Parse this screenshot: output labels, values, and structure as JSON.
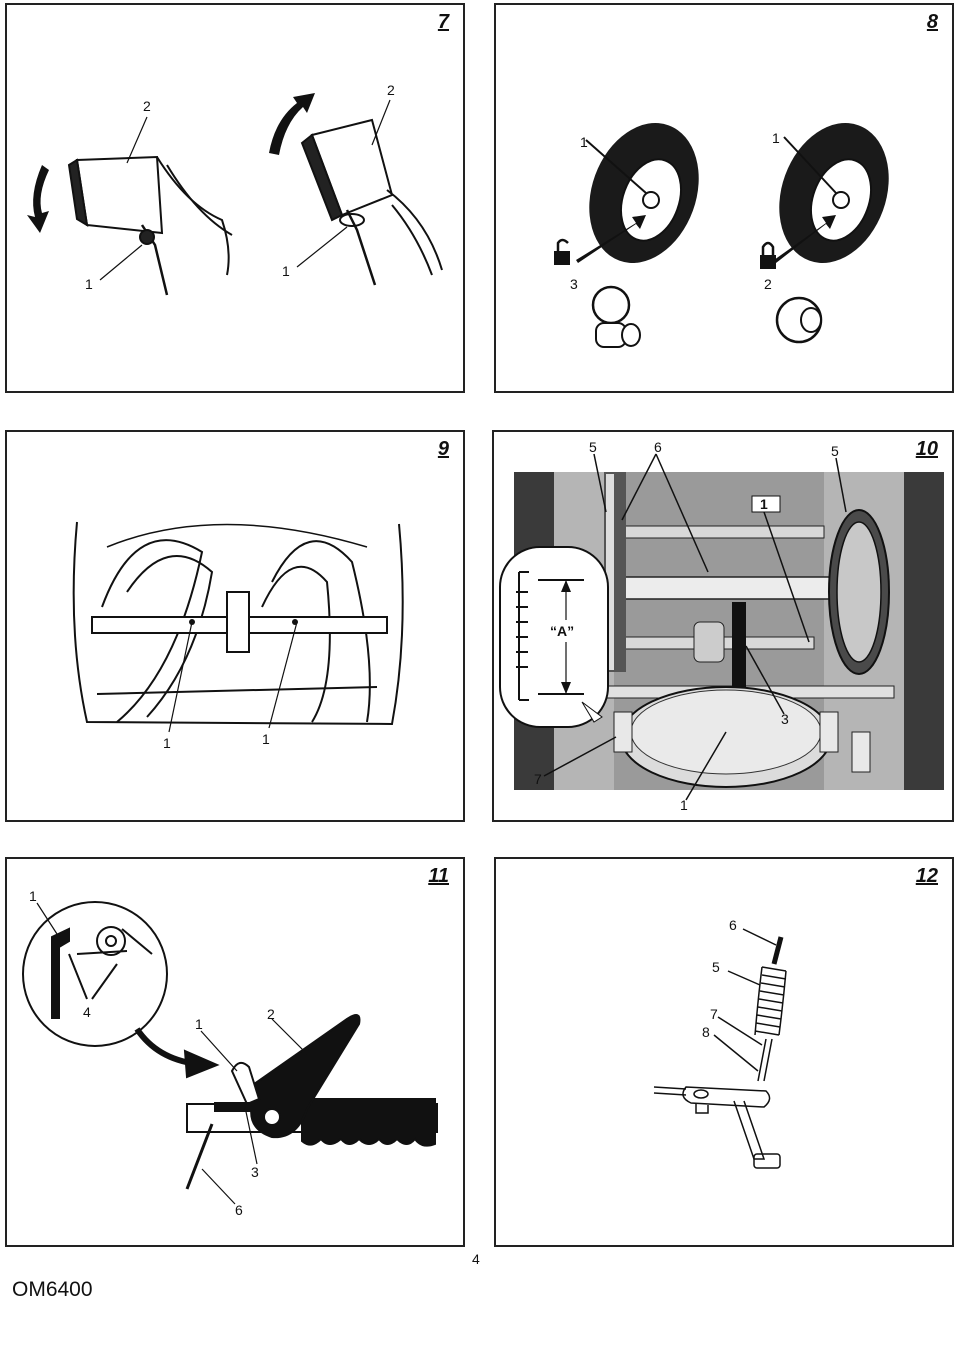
{
  "figures": [
    {
      "number": "7",
      "callouts": [
        "2",
        "2",
        "1",
        "1"
      ]
    },
    {
      "number": "8",
      "callouts": [
        "1",
        "1",
        "3",
        "2"
      ]
    },
    {
      "number": "9",
      "callouts": [
        "1",
        "1"
      ]
    },
    {
      "number": "10",
      "callouts": [
        "5",
        "6",
        "5",
        "1",
        "“A”",
        "3",
        "7",
        "1"
      ]
    },
    {
      "number": "11",
      "callouts": [
        "1",
        "4",
        "1",
        "2",
        "3",
        "6"
      ]
    },
    {
      "number": "12",
      "callouts": [
        "6",
        "5",
        "7",
        "8"
      ]
    }
  ],
  "footer": {
    "page_number": "4",
    "doc_code": "OM6400"
  }
}
